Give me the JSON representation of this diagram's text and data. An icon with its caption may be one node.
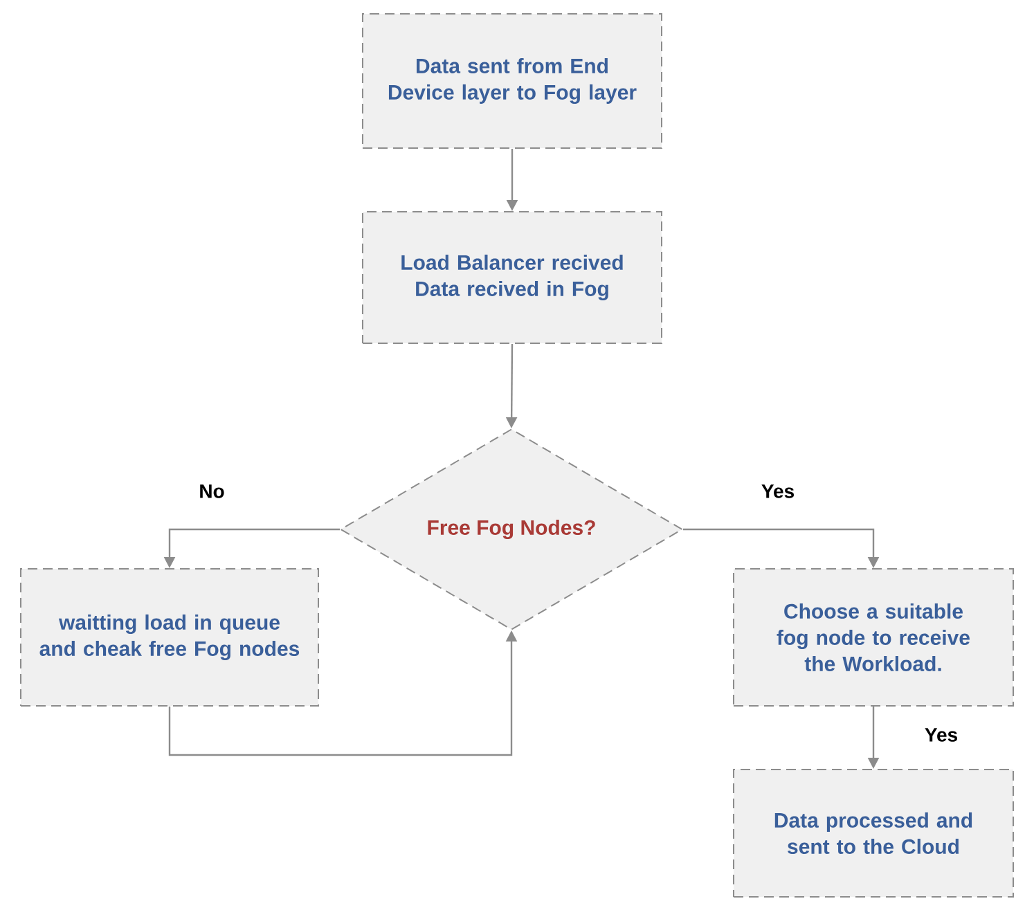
{
  "diagram": {
    "nodes": [
      {
        "text": [
          "Data sent from End Device layer to Fog layer"
        ]
      },
      {
        "text": [
          "Load Balancer recived Data recived in Fog"
        ]
      },
      {
        "text": [
          "Free Fog Nodes?"
        ]
      },
      {
        "text": [
          "waitting load in queue and cheak free Fog nodes"
        ]
      },
      {
        "text": [
          "Choose a suitable fog node to receive the Workload."
        ]
      },
      {
        "text": [
          "Data processed and sent to the Cloud"
        ]
      }
    ],
    "edges": [
      {
        "from": 0,
        "to": 1,
        "arrow": "to"
      },
      {
        "from": 1,
        "to": 2,
        "arrow": "to"
      },
      {
        "from": 2,
        "to": 3,
        "arrow": "to",
        "label": "No"
      },
      {
        "from": 2,
        "to": 4,
        "arrow": "to",
        "label": "Yes"
      },
      {
        "from": 3,
        "to": 2,
        "arrow": "to"
      },
      {
        "from": 4,
        "to": 5,
        "arrow": "to",
        "label": "Yes"
      }
    ]
  }
}
